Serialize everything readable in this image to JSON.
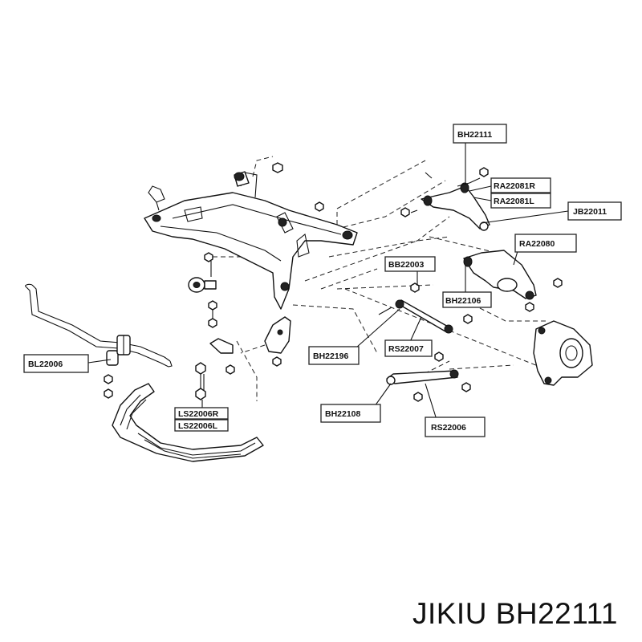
{
  "caption": "JIKIU BH22111",
  "labels": {
    "bh22111": "BH22111",
    "ra22081r": "RA22081R",
    "ra22081l": "RA22081L",
    "jb22011": "JB22011",
    "ra22080": "RA22080",
    "bb22003": "BB22003",
    "bh22106": "BH22106",
    "bl22006": "BL22006",
    "bh22196": "BH22196",
    "rs22007": "RS22007",
    "bh22108": "BH22108",
    "rs22006": "RS22006",
    "ls22006r": "LS22006R",
    "ls22006l": "LS22006L"
  }
}
